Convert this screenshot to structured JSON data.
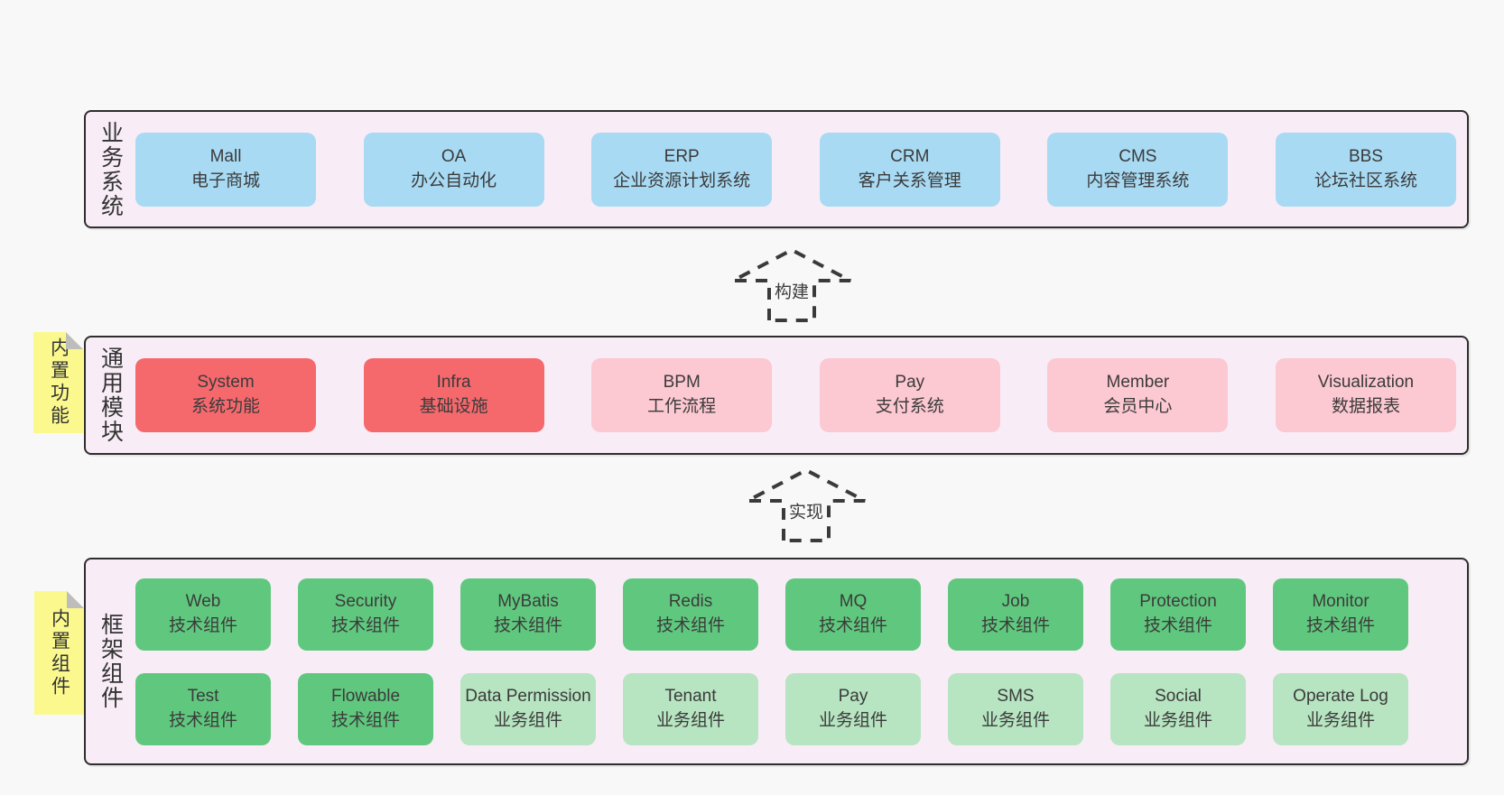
{
  "colors": {
    "page_bg": "#f8f8f8",
    "band_bg": "#f8edf6",
    "band_border": "#2e2e2e",
    "blue_box": "#a8daf3",
    "red_box": "#f5696d",
    "pink_box": "#fcc8d1",
    "green_box": "#60c87e",
    "light_green_box": "#b7e4c1",
    "sticky_note": "#fbf98e",
    "fold_corner": "#bdbdbd",
    "text": "#3b3b3b"
  },
  "bands": {
    "business": {
      "label": "业务系统",
      "items": [
        {
          "en": "Mall",
          "zh": "电子商城"
        },
        {
          "en": "OA",
          "zh": "办公自动化"
        },
        {
          "en": "ERP",
          "zh": "企业资源计划系统"
        },
        {
          "en": "CRM",
          "zh": "客户关系管理"
        },
        {
          "en": "CMS",
          "zh": "内容管理系统"
        },
        {
          "en": "BBS",
          "zh": "论坛社区系统"
        }
      ]
    },
    "modules": {
      "label": "通用模块",
      "note": "内置功能",
      "items": [
        {
          "en": "System",
          "zh": "系统功能"
        },
        {
          "en": "Infra",
          "zh": "基础设施"
        },
        {
          "en": "BPM",
          "zh": "工作流程"
        },
        {
          "en": "Pay",
          "zh": "支付系统"
        },
        {
          "en": "Member",
          "zh": "会员中心"
        },
        {
          "en": "Visualization",
          "zh": "数据报表"
        }
      ]
    },
    "components": {
      "label": "框架组件",
      "note": "内置组件",
      "row1": [
        {
          "en": "Web",
          "zh": "技术组件"
        },
        {
          "en": "Security",
          "zh": "技术组件"
        },
        {
          "en": "MyBatis",
          "zh": "技术组件"
        },
        {
          "en": "Redis",
          "zh": "技术组件"
        },
        {
          "en": "MQ",
          "zh": "技术组件"
        },
        {
          "en": "Job",
          "zh": "技术组件"
        },
        {
          "en": "Protection",
          "zh": "技术组件"
        },
        {
          "en": "Monitor",
          "zh": "技术组件"
        }
      ],
      "row2": [
        {
          "en": "Test",
          "zh": "技术组件"
        },
        {
          "en": "Flowable",
          "zh": "技术组件"
        },
        {
          "en": "Data Permission",
          "zh": "业务组件"
        },
        {
          "en": "Tenant",
          "zh": "业务组件"
        },
        {
          "en": "Pay",
          "zh": "业务组件"
        },
        {
          "en": "SMS",
          "zh": "业务组件"
        },
        {
          "en": "Social",
          "zh": "业务组件"
        },
        {
          "en": "Operate Log",
          "zh": "业务组件"
        }
      ]
    }
  },
  "arrows": {
    "build": {
      "label": "构建"
    },
    "implement": {
      "label": "实现"
    }
  }
}
